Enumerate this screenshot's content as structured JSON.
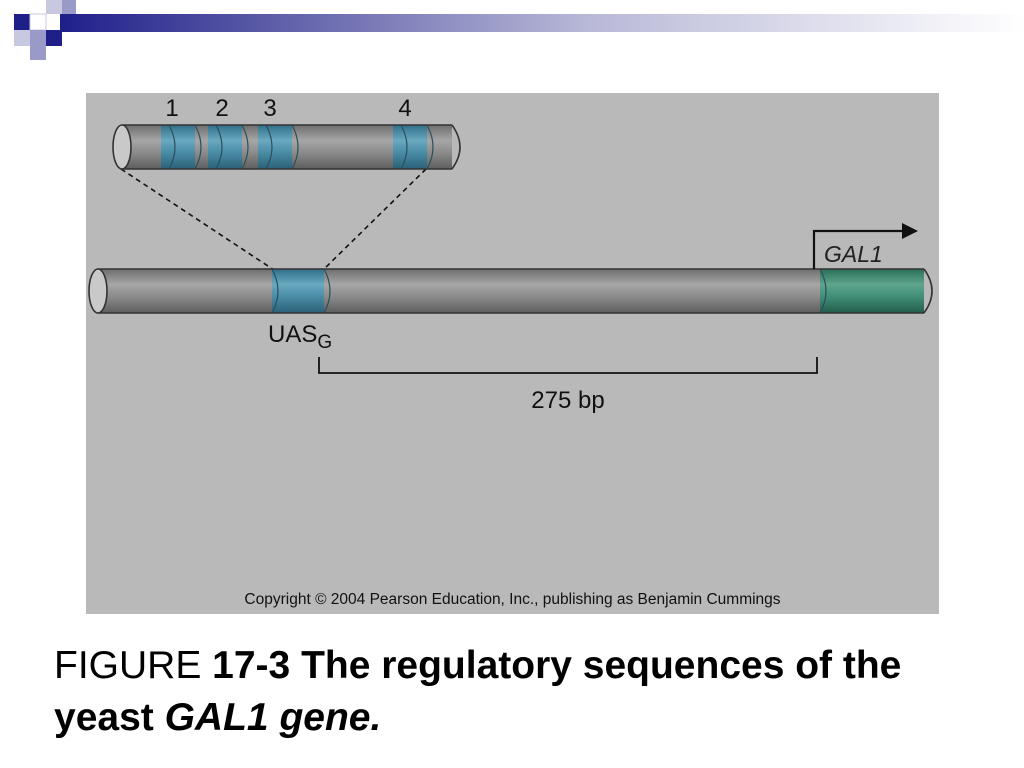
{
  "diagram": {
    "site_numbers": [
      "1",
      "2",
      "3",
      "4"
    ],
    "gene_label": "GAL1",
    "uas_label_main": "UAS",
    "uas_label_sub": "G",
    "distance_label": "275 bp",
    "copyright": "Copyright © 2004 Pearson Education, Inc., publishing as Benjamin Cummings",
    "colors": {
      "panel_background": "#b9b9b9",
      "dna_gray": "#8c8c8c",
      "binding_site_blue": "#4a8ea6",
      "gene_green": "#3f8a72"
    }
  },
  "caption": {
    "prefix": "FIGURE ",
    "number_title": "17-3 The regulatory sequences of the yeast ",
    "gene_italic": "GAL1 gene."
  }
}
